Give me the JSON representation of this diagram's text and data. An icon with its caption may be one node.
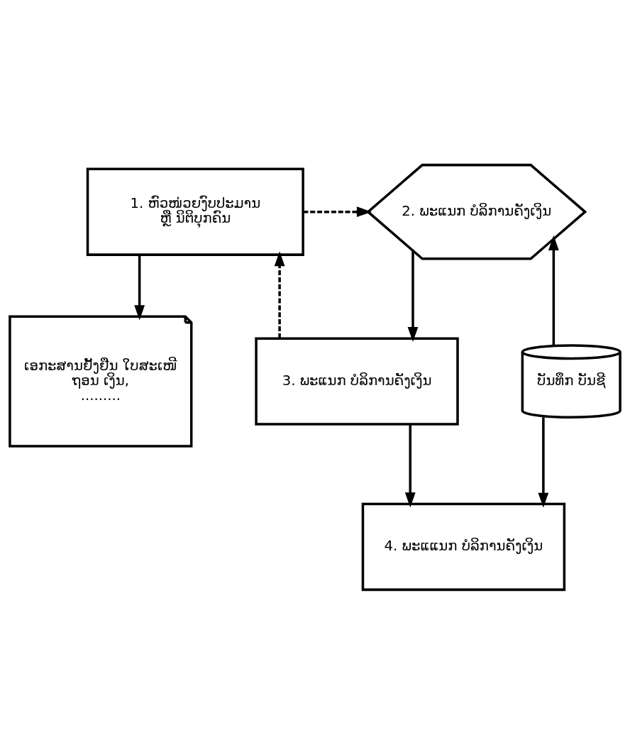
{
  "diagram": {
    "nodes": [
      {
        "text": [
          "1. ຫົວໜ່ວຍງົບປະມານ ຫຼື ນິຕິບຸກຄົນ"
        ]
      },
      {
        "text": [
          "2. ພະແນກ ບໍລິການຄັງເງິນ"
        ]
      },
      {
        "text": [
          "ເອກະສານຢັ້ງຢືນ ໃບສະເໜີ ຖອນ ເງິນ, ........."
        ]
      },
      {
        "text": [
          "3. ພະແນກ ບໍລິການຄັງເງິນ"
        ]
      },
      {
        "text": [
          "ບັນທຶກ ບັນຊີ"
        ]
      },
      {
        "text": [
          "4. ພະແແນກ ບໍລິການຄັງເງິນ"
        ]
      }
    ],
    "edges": [
      {
        "from": 0,
        "to": 1,
        "arrow": "to",
        "style": "dashed"
      },
      {
        "from": 0,
        "to": 2,
        "arrow": "to"
      },
      {
        "from": 3,
        "to": 0,
        "arrow": "to",
        "style": "dashed"
      },
      {
        "from": 1,
        "to": 3,
        "arrow": "to"
      },
      {
        "from": 3,
        "to": 5,
        "arrow": "to"
      },
      {
        "from": 4,
        "to": 1,
        "arrow": "to"
      },
      {
        "from": 4,
        "to": 5,
        "arrow": "to"
      }
    ]
  }
}
